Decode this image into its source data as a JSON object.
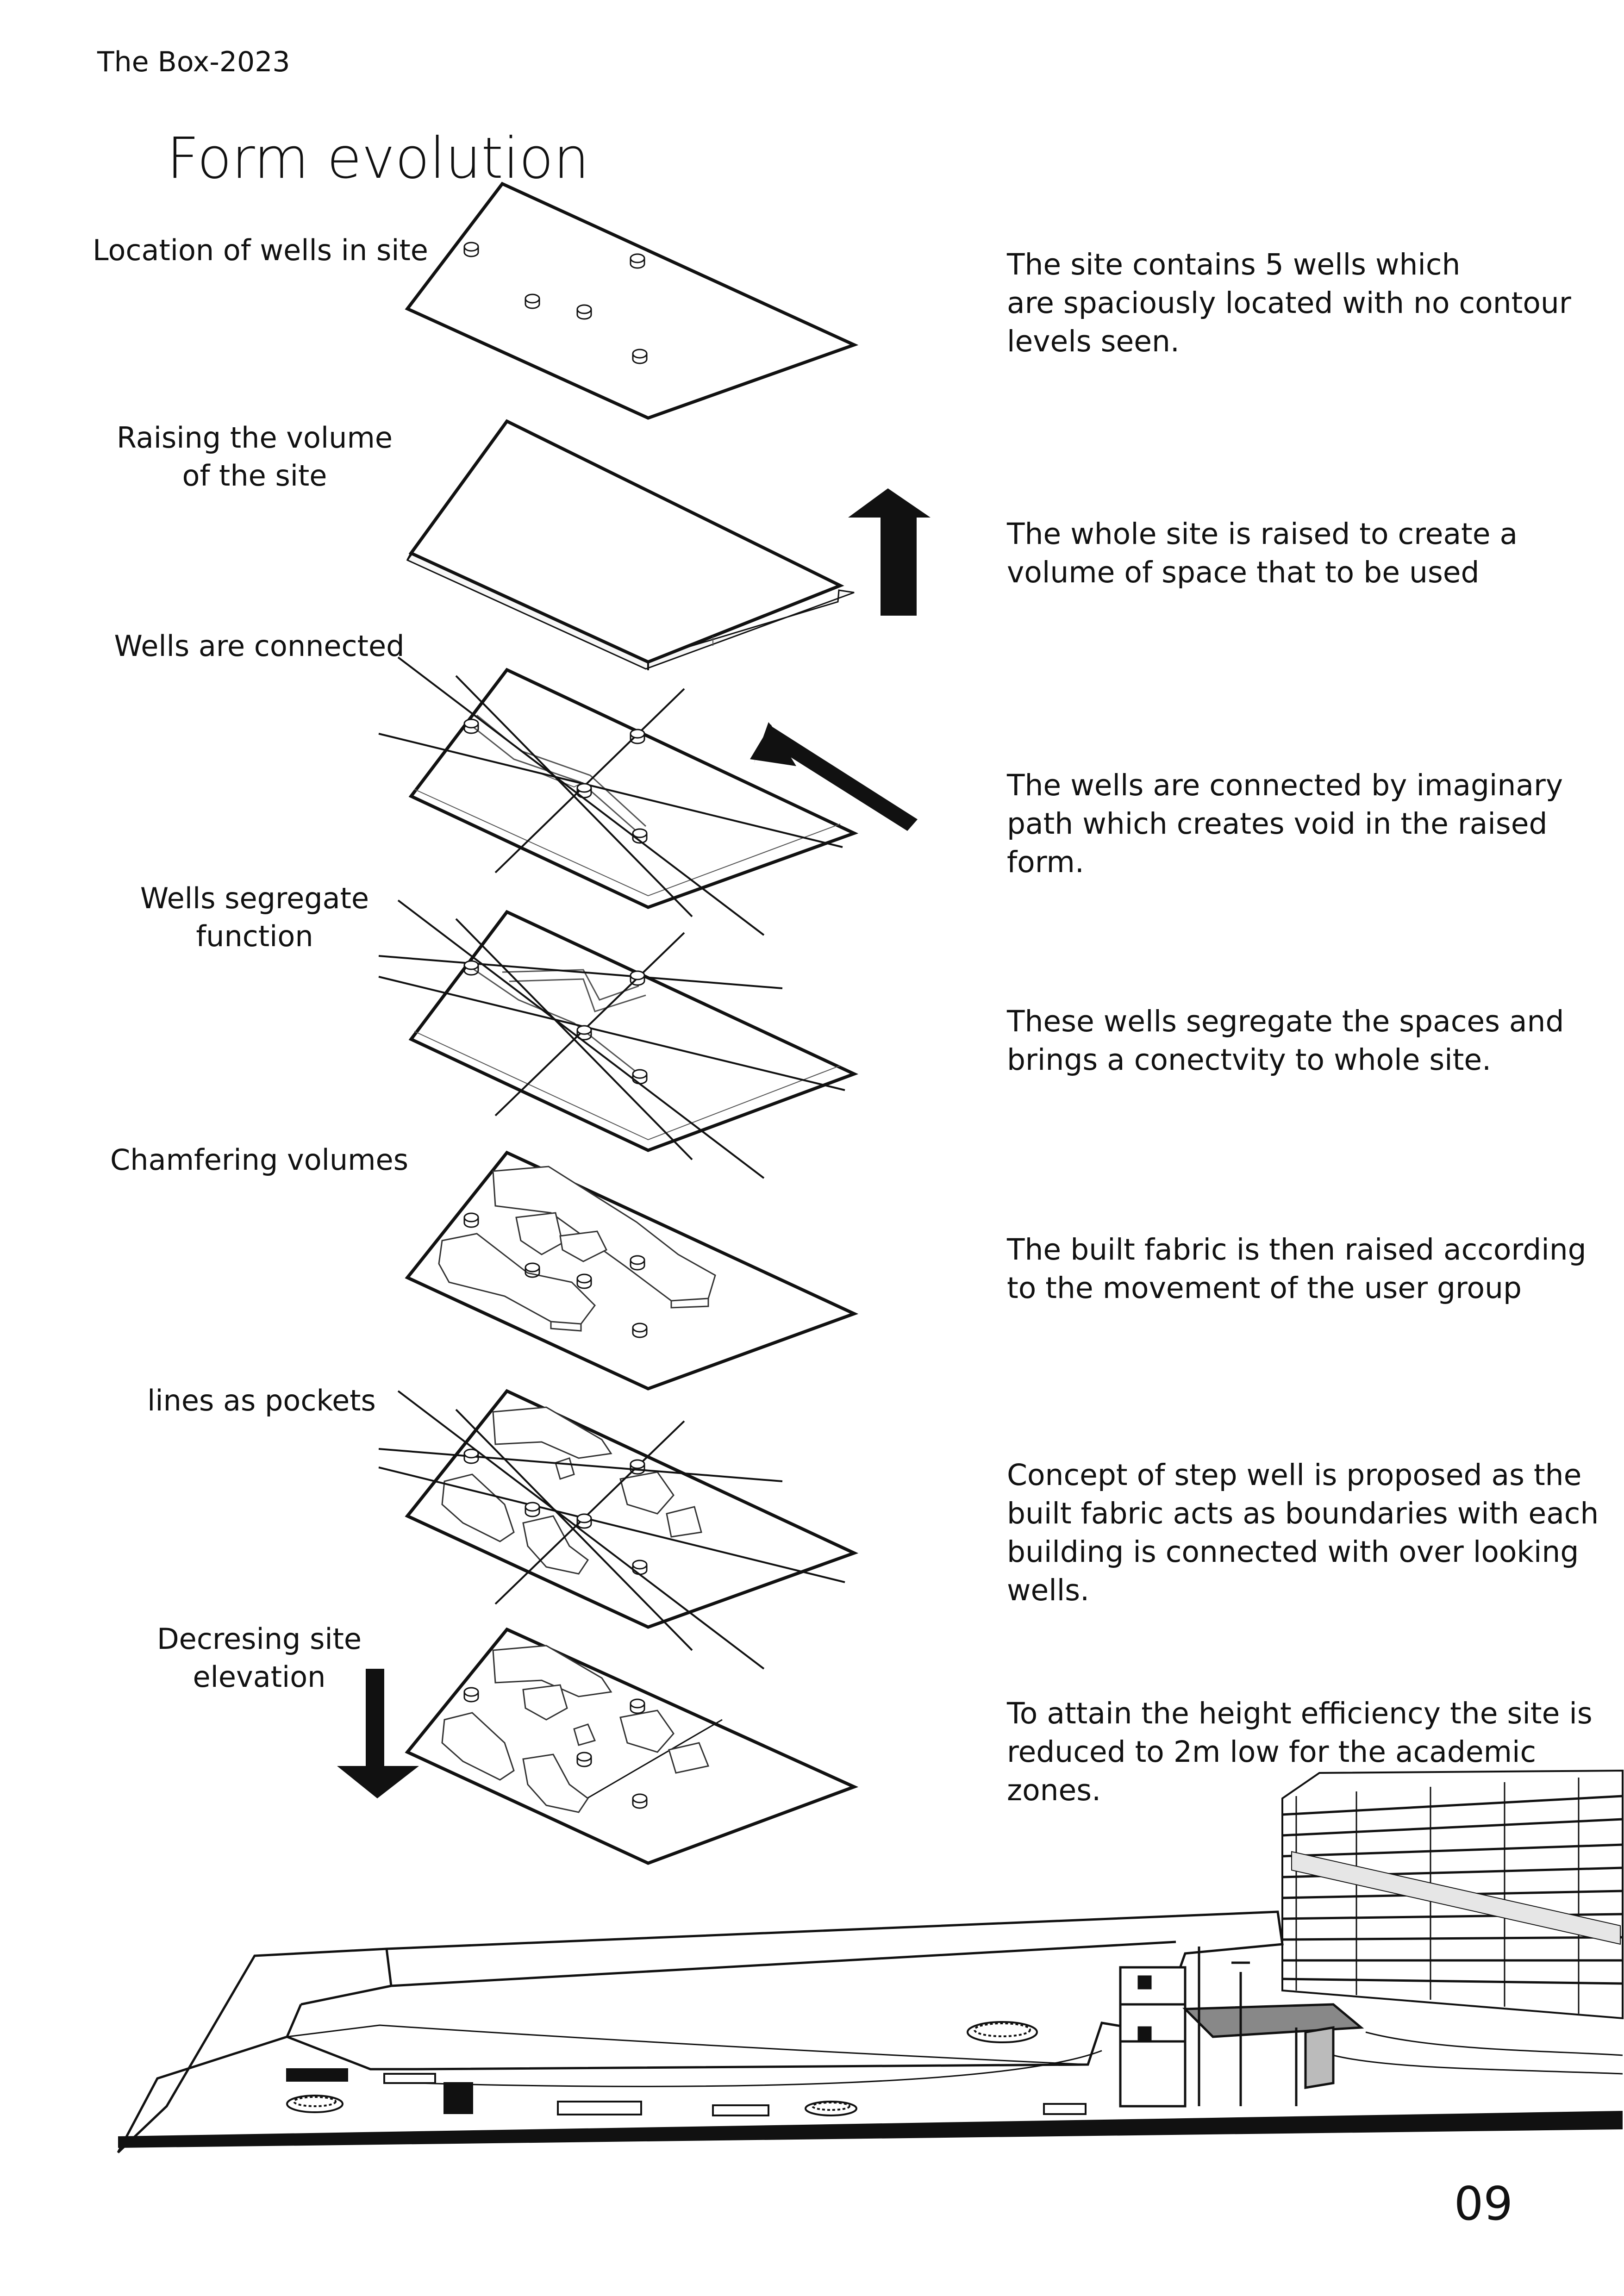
{
  "header": {
    "project": "The Box-2023"
  },
  "title": "Form evolution",
  "stages": [
    {
      "label_lines": [
        "Location of wells in site"
      ],
      "description_lines": [
        "The site contains 5 wells which",
        "are spaciously located with no contour",
        "levels seen."
      ]
    },
    {
      "label_lines": [
        "Raising the volume",
        "of the site"
      ],
      "description_lines": [
        "The whole site is raised to create a",
        "volume of space that to be used"
      ]
    },
    {
      "label_lines": [
        "Wells are connected"
      ],
      "description_lines": [
        "The wells are connected by imaginary",
        "path which creates void in the raised",
        "form."
      ]
    },
    {
      "label_lines": [
        "Wells segregate",
        "function"
      ],
      "description_lines": [
        "These wells segregate the spaces and",
        "brings a conectvity to whole site."
      ]
    },
    {
      "label_lines": [
        "Chamfering volumes"
      ],
      "description_lines": [
        "The built fabric is then raised according",
        "to the movement of the user group"
      ]
    },
    {
      "label_lines": [
        "lines as pockets"
      ],
      "description_lines": [
        "Concept of step well is proposed as the",
        "built fabric acts as boundaries with each",
        "building is connected with over looking",
        "wells."
      ]
    },
    {
      "label_lines": [
        "Decresing site",
        "elevation"
      ],
      "description_lines": [
        "To attain the height efficiency the site is",
        "reduced to 2m low for the academic",
        "zones."
      ]
    }
  ],
  "arrows": [
    "up-arrow",
    "diagonal-arrow",
    "down-arrow"
  ],
  "page_number": "09",
  "colors": {
    "ink": "#111111",
    "paper": "#ffffff"
  }
}
